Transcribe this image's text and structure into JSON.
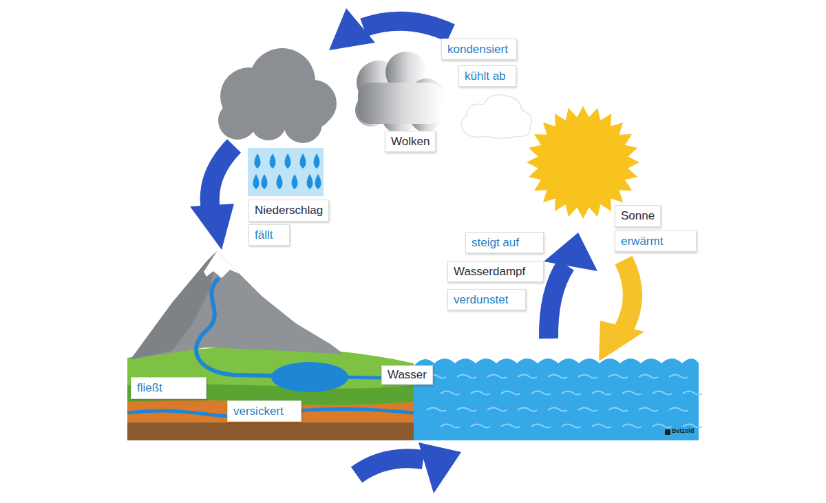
{
  "diagram": {
    "nodes": [
      {
        "text": [
          "kondensiert"
        ]
      },
      {
        "text": [
          "kühlt ab"
        ]
      },
      {
        "text": [
          "Wolken"
        ]
      },
      {
        "text": [
          "Niederschlag"
        ]
      },
      {
        "text": [
          "Sonne"
        ]
      },
      {
        "text": [
          "fällt"
        ]
      },
      {
        "text": [
          "erwärmt"
        ]
      },
      {
        "text": [
          "steigt auf"
        ]
      },
      {
        "text": [
          "Wasserdampf"
        ]
      },
      {
        "text": [
          "verdunstet"
        ]
      },
      {
        "text": [
          "Wasser"
        ]
      },
      {
        "text": [
          "fließt"
        ]
      },
      {
        "text": [
          "versickert"
        ]
      }
    ],
    "labels": [
      "Betzold"
    ]
  }
}
